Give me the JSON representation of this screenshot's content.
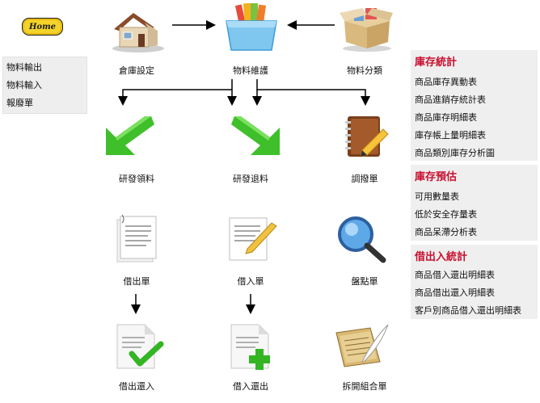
{
  "home": {
    "label": "Home"
  },
  "left_menu": [
    "物料輸出",
    "物料輸入",
    "報廢單"
  ],
  "nodes": {
    "warehouse": "倉庫設定",
    "material_maintain": "物料維護",
    "material_class": "物料分類",
    "rd_issue": "研發領料",
    "rd_return": "研發退料",
    "transfer": "調撥單",
    "lend_out": "借出單",
    "borrow_in": "借入單",
    "stocktake": "盤點單",
    "lend_return": "借出還入",
    "borrow_return": "借入還出",
    "disassemble": "拆開組合單"
  },
  "right_sections": [
    {
      "title": "庫存統計",
      "items": [
        "商品庫存異動表",
        "商品進銷存統計表",
        "商品庫存明細表",
        "庫存帳上量明細表",
        "商品類別庫存分析圖"
      ]
    },
    {
      "title": "庫存預估",
      "items": [
        "可用數量表",
        "低於安全存量表",
        "商品呆滯分析表"
      ]
    },
    {
      "title": "借出入統計",
      "items": [
        "商品借入還出明細表",
        "商品借出還入明細表",
        "客戶別商品借入還出明細表"
      ]
    }
  ],
  "colors": {
    "accent_red": "#c8102e",
    "panel_bg": "#efefef",
    "home_yellow": "#f4d32a",
    "arrow_green": "#3fbf2a"
  }
}
